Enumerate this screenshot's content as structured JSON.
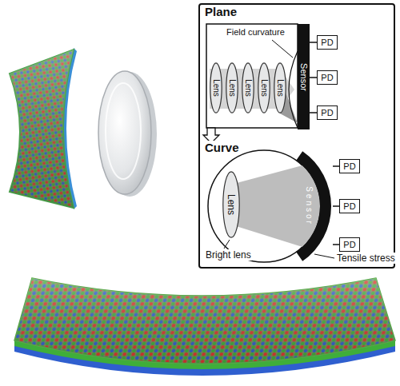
{
  "diagram": {
    "nodes": [
      {
        "text": [
          "Plane",
          "Curve"
        ]
      },
      {
        "text": [
          "Lens"
        ],
        "in": 0
      },
      {
        "text": [
          "Lens"
        ],
        "in": 0
      },
      {
        "text": [
          "Lens"
        ],
        "in": 0
      },
      {
        "text": [
          "Lens"
        ],
        "in": 0
      },
      {
        "text": [
          "Lens"
        ],
        "in": 0
      },
      {
        "text": [
          "Sensor"
        ],
        "in": 0
      },
      {
        "text": [
          "PD"
        ],
        "in": 0
      },
      {
        "text": [
          "PD"
        ],
        "in": 0
      },
      {
        "text": [
          "PD"
        ],
        "in": 0
      },
      {
        "text": [
          "Lens"
        ],
        "in": 0
      },
      {
        "text": [
          "Sensor"
        ],
        "in": 0
      },
      {
        "text": [
          "PD"
        ],
        "in": 0
      },
      {
        "text": [
          "PD"
        ],
        "in": 0
      },
      {
        "text": [
          "PD"
        ],
        "in": 0
      }
    ],
    "edges": [
      {
        "from": 6,
        "to": 7,
        "arrow": "none"
      },
      {
        "from": 6,
        "to": 8,
        "arrow": "none"
      },
      {
        "from": 6,
        "to": 9,
        "arrow": "none"
      },
      {
        "from": 11,
        "to": 12,
        "arrow": "none"
      },
      {
        "from": 11,
        "to": 13,
        "arrow": "none"
      },
      {
        "from": 11,
        "to": 14,
        "arrow": "none"
      }
    ],
    "labels": [
      "Field curvature",
      "Bright lens",
      "Tensile stress"
    ]
  }
}
